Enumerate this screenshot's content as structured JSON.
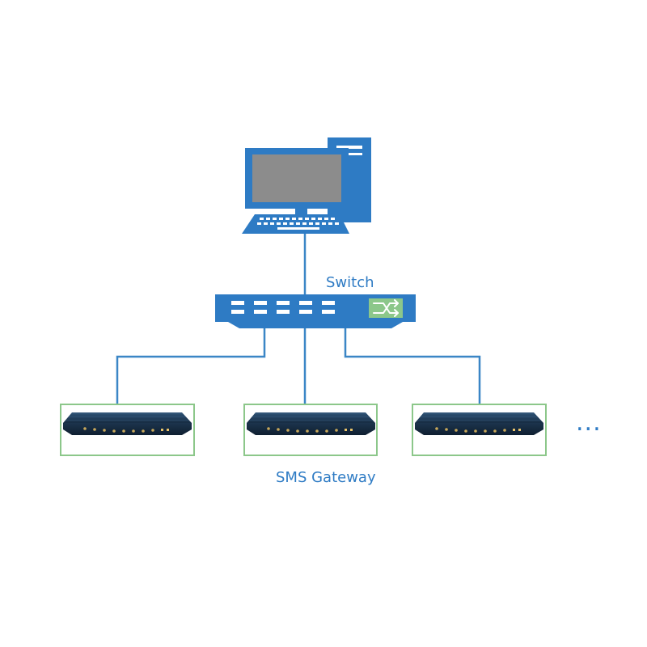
{
  "labels": {
    "switch": "Switch",
    "gateway": "SMS Gateway",
    "more": "..."
  },
  "nodes": {
    "computer": "computer-icon",
    "switch": "network-switch-icon",
    "gateways": [
      "sms-gateway-device",
      "sms-gateway-device",
      "sms-gateway-device"
    ]
  },
  "colors": {
    "accent": "#2e7bc4",
    "label": "#2e7bc4",
    "link": "#3b86c6",
    "frame": "#8cc78a",
    "device": "#1f3a55"
  }
}
